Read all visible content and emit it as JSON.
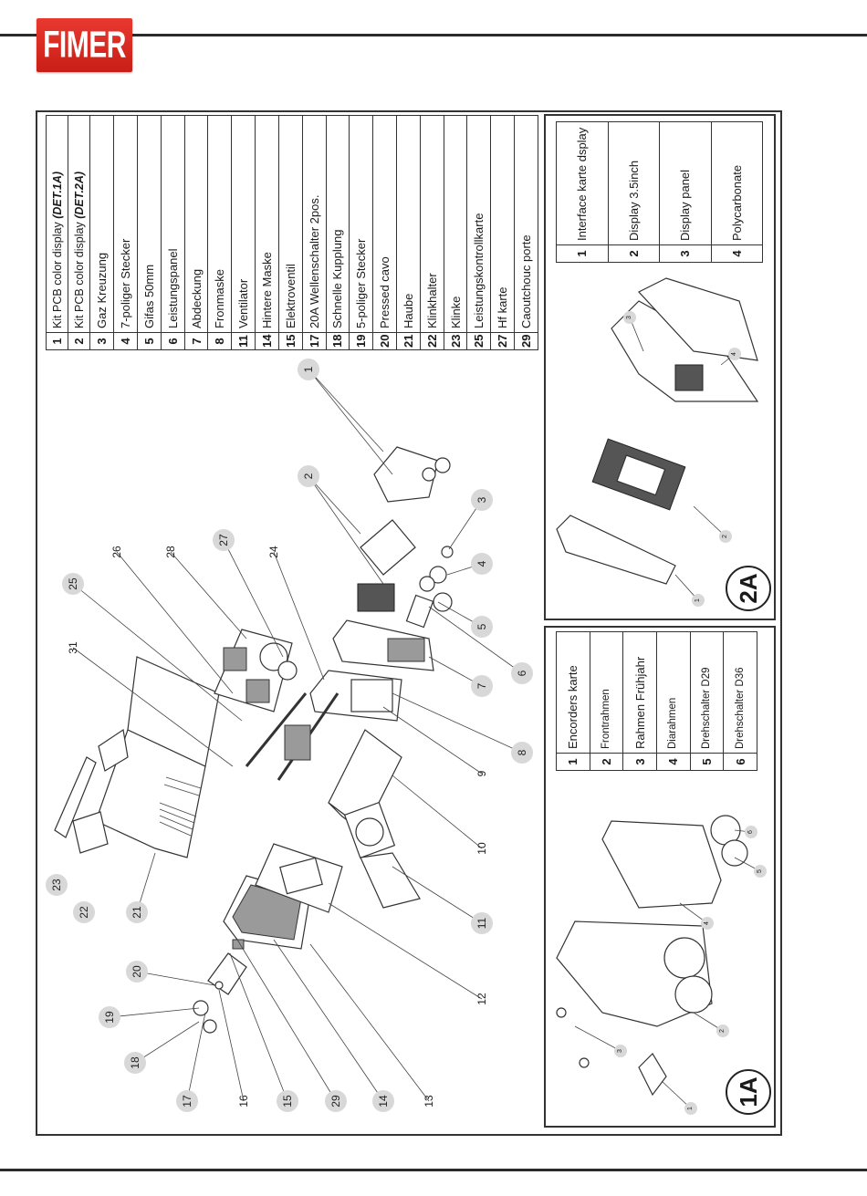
{
  "brand": {
    "logo_text": "FIMER"
  },
  "parts_list": [
    {
      "num": "1",
      "desc": "Kit PCB color display",
      "ref": "(DET.1A)"
    },
    {
      "num": "2",
      "desc": "Kit PCB color display",
      "ref": "(DET.2A)"
    },
    {
      "num": "3",
      "desc": "Gaz Kreuzung"
    },
    {
      "num": "4",
      "desc": "7-poliger Stecker"
    },
    {
      "num": "5",
      "desc": "Gifas 50mm"
    },
    {
      "num": "6",
      "desc": "Leistungspanel"
    },
    {
      "num": "7",
      "desc": "Abdeckung"
    },
    {
      "num": "8",
      "desc": "Fronmaske"
    },
    {
      "num": "11",
      "desc": "Ventilator"
    },
    {
      "num": "14",
      "desc": "Hintere Maske"
    },
    {
      "num": "15",
      "desc": "Elektroventil"
    },
    {
      "num": "17",
      "desc": "20A Wellenschalter 2pos."
    },
    {
      "num": "18",
      "desc": "Schnelle Kupplung"
    },
    {
      "num": "19",
      "desc": "5-poliger Stecker"
    },
    {
      "num": "20",
      "desc": "Pressed cavo"
    },
    {
      "num": "21",
      "desc": "Haube"
    },
    {
      "num": "22",
      "desc": "Klinkhalter"
    },
    {
      "num": "23",
      "desc": "Klinke"
    },
    {
      "num": "25",
      "desc": "Leistungskontrollkarte"
    },
    {
      "num": "27",
      "desc": "Hf karte"
    },
    {
      "num": "29",
      "desc": "Caoutchouc porte"
    }
  ],
  "detail_1a": {
    "label": "1A",
    "items": [
      {
        "num": "1",
        "desc": "Encorders karte"
      },
      {
        "num": "2",
        "desc": "Frontrahmen"
      },
      {
        "num": "3",
        "desc": "Rahmen Frühjahr"
      },
      {
        "num": "4",
        "desc": "Diarahmen"
      },
      {
        "num": "5",
        "desc": "Drehschalter D29"
      },
      {
        "num": "6",
        "desc": "Drehschalter D36"
      }
    ],
    "callouts": [
      "1",
      "2",
      "3",
      "4",
      "5",
      "6"
    ]
  },
  "detail_2a": {
    "label": "2A",
    "items": [
      {
        "num": "1",
        "desc": "Interface karte dsplay"
      },
      {
        "num": "2",
        "desc": "Display 3.5inch"
      },
      {
        "num": "3",
        "desc": "Display panel"
      },
      {
        "num": "4",
        "desc": "Polycarbonate"
      }
    ],
    "callouts": [
      "1",
      "2",
      "3",
      "4"
    ]
  },
  "exploded_callouts": [
    "1",
    "2",
    "3",
    "4",
    "5",
    "6",
    "7",
    "8",
    "9",
    "10",
    "11",
    "12",
    "13",
    "14",
    "15",
    "16",
    "17",
    "18",
    "19",
    "20",
    "21",
    "22",
    "23",
    "24",
    "25",
    "26",
    "27",
    "28",
    "29",
    "31"
  ]
}
